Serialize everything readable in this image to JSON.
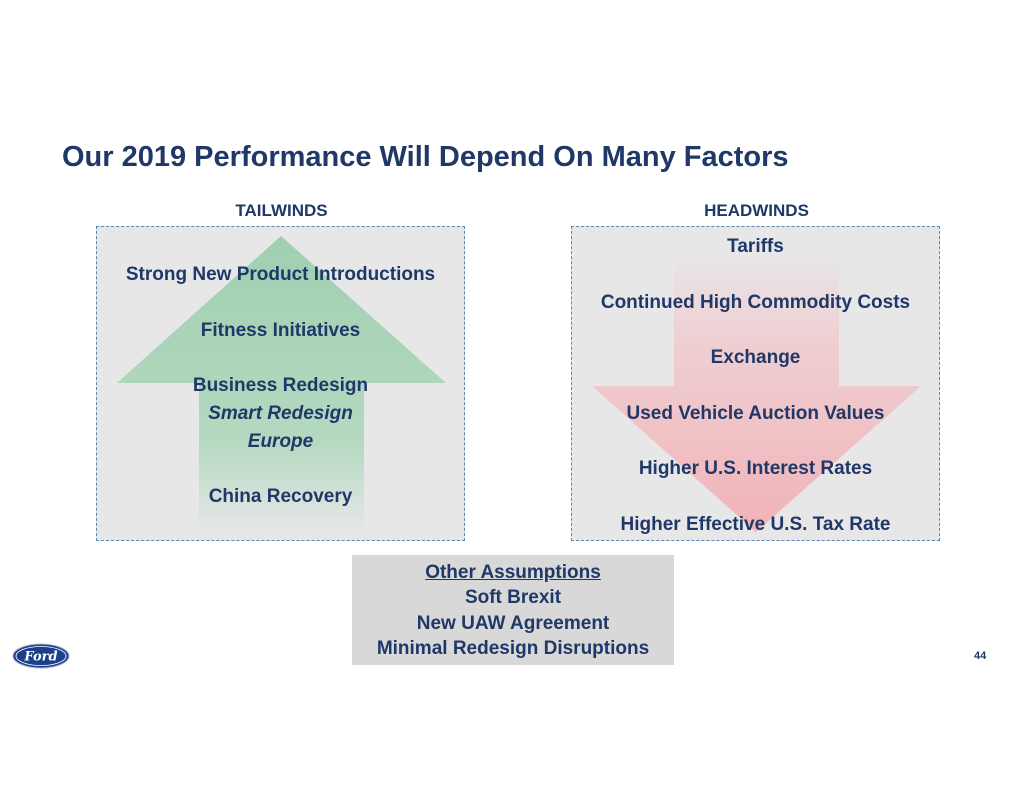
{
  "slide": {
    "title": "Our 2019 Performance Will Depend On Many Factors",
    "page_number": "44"
  },
  "tailwinds": {
    "label": "TAILWINDS",
    "items": [
      "Strong New Product Introductions",
      "Fitness Initiatives",
      "Business Redesign",
      "Smart Redesign",
      "Europe",
      "China Recovery"
    ]
  },
  "headwinds": {
    "label": "HEADWINDS",
    "items": [
      "Tariffs",
      "Continued High Commodity Costs",
      "Exchange",
      "Used Vehicle Auction Values",
      "Higher U.S. Interest Rates",
      "Higher Effective U.S. Tax Rate"
    ]
  },
  "other_assumptions": {
    "heading": "Other Assumptions",
    "items": [
      "Soft Brexit",
      "New UAW Agreement",
      "Minimal Redesign Disruptions"
    ]
  },
  "logo": {
    "text": "Ford",
    "icon": "ford-oval-logo"
  },
  "colors": {
    "title": "#1f3868",
    "up_arrow": "#9fcfb0",
    "down_arrow": "#f0b3b8",
    "panel_bg": "#e7e7e8",
    "panel_border": "#5b86b6"
  }
}
